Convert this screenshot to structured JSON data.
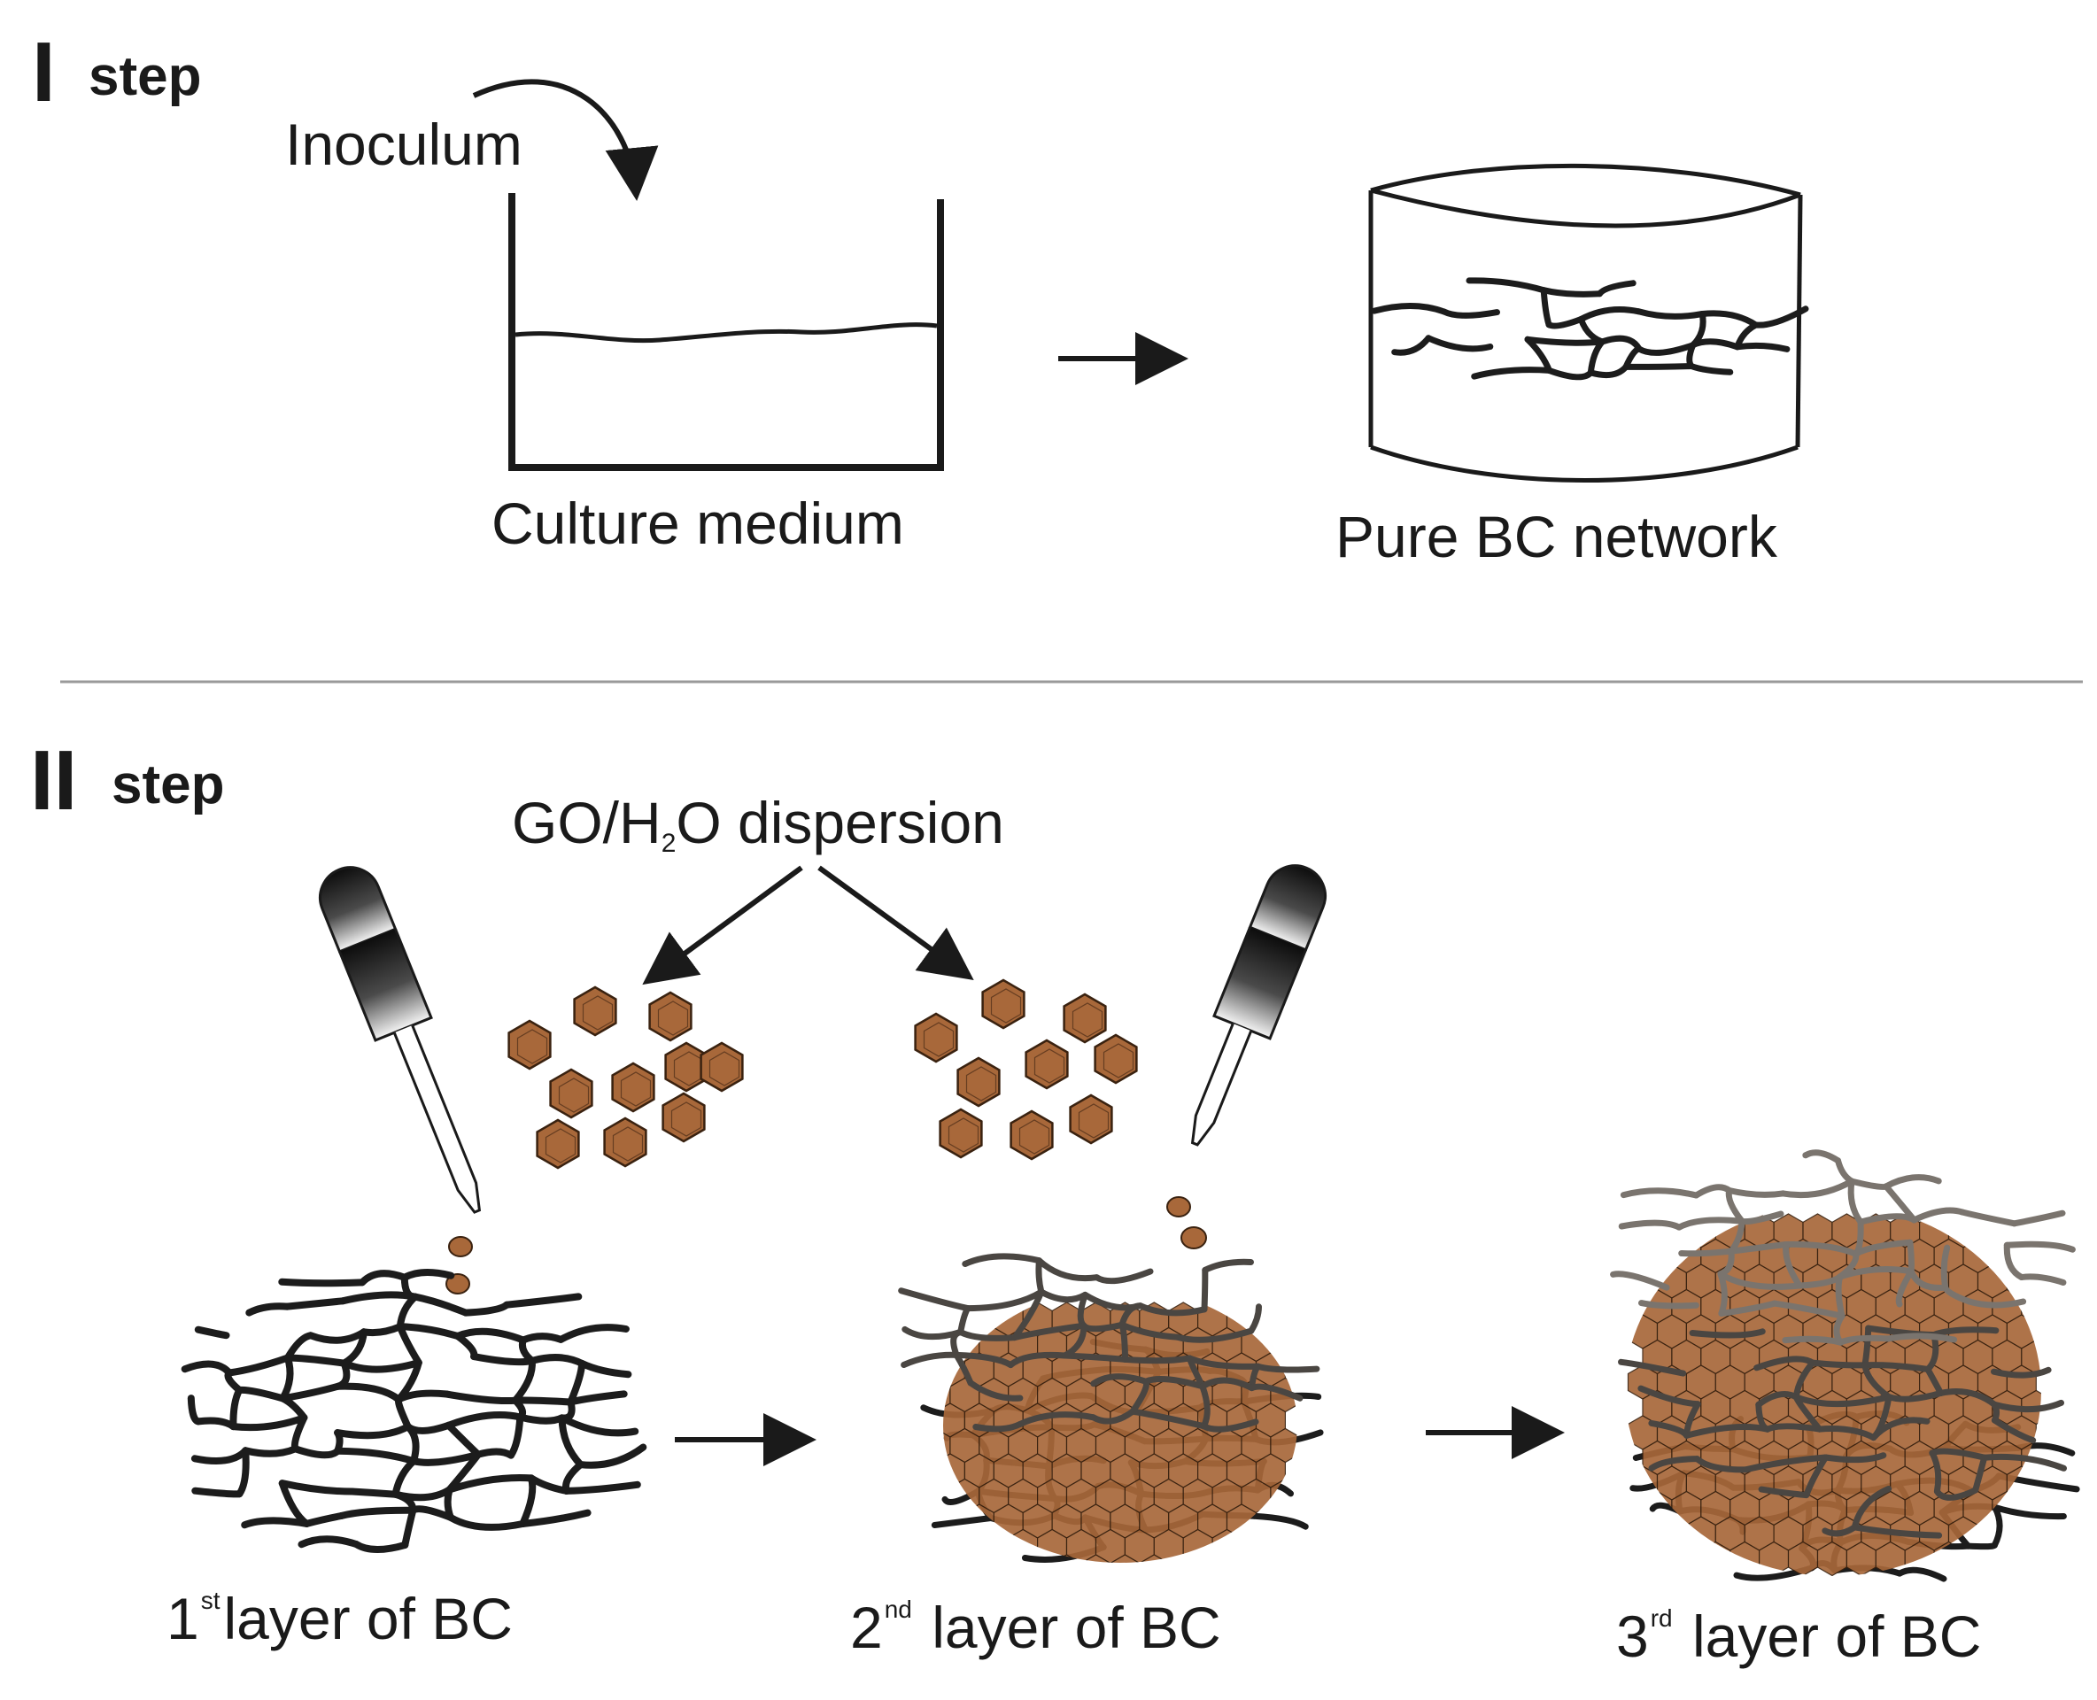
{
  "step1": {
    "numeral": "I",
    "label": "step",
    "inoculum": "Inoculum",
    "culture_medium": "Culture medium",
    "pure_bc": "Pure BC network"
  },
  "step2": {
    "numeral": "II",
    "label": "step",
    "dispersion_pre": "GO/H",
    "dispersion_sub": "2",
    "dispersion_post": "O dispersion",
    "layer1_num": "1",
    "layer1_sup": "st",
    "layer2_num": "2",
    "layer2_sup": "nd",
    "layer3_num": "3",
    "layer3_sup": "rd",
    "layer_text": "layer of BC"
  },
  "colors": {
    "ink": "#1a1a1a",
    "go_flake": "#a8683a",
    "go_edge": "#3a2210",
    "fiber_dark": "#1c1c1c",
    "fiber_mid": "#4a4642",
    "fiber_light": "#7a746e",
    "divider": "#9a9a9a"
  }
}
